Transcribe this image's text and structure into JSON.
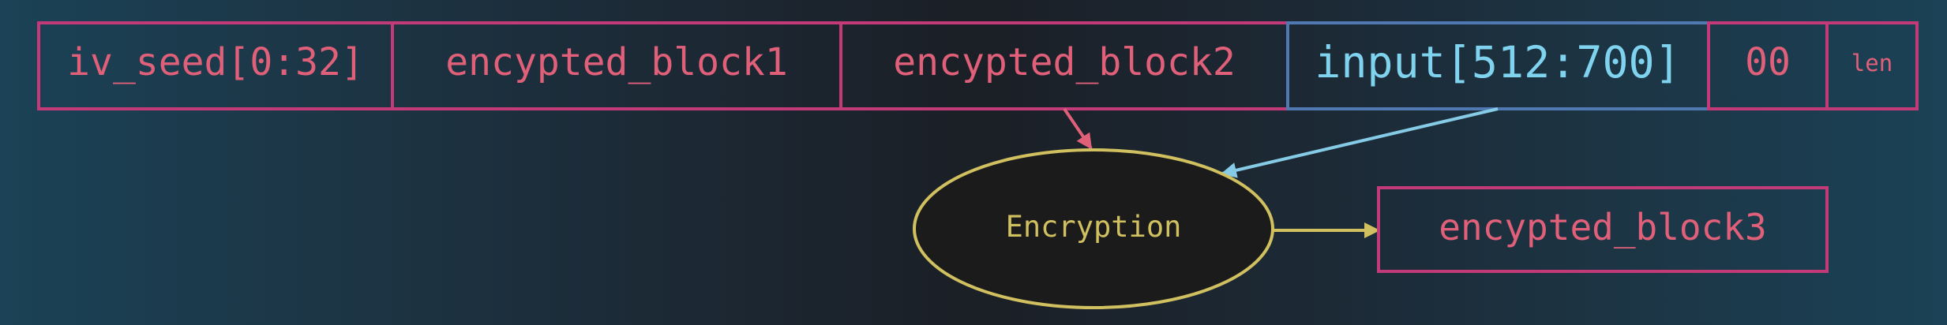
{
  "colors": {
    "pink": "#c23a78",
    "pink_text": "#e0607a",
    "blue": "#4f79b0",
    "blue_text": "#7fd3ef",
    "yellow": "#d0c060",
    "arrow_red": "#e0607a",
    "arrow_blue": "#86cbe6",
    "node_fill": "#1b1b1b"
  },
  "blocks": {
    "iv_seed": "iv_seed[0:32]",
    "block1": "encypted_block1",
    "block2": "encypted_block2",
    "input": "input[512:700]",
    "zeros": "00",
    "len": "len"
  },
  "encryption": {
    "label": "Encryption"
  },
  "output": {
    "label": "encypted_block3"
  }
}
